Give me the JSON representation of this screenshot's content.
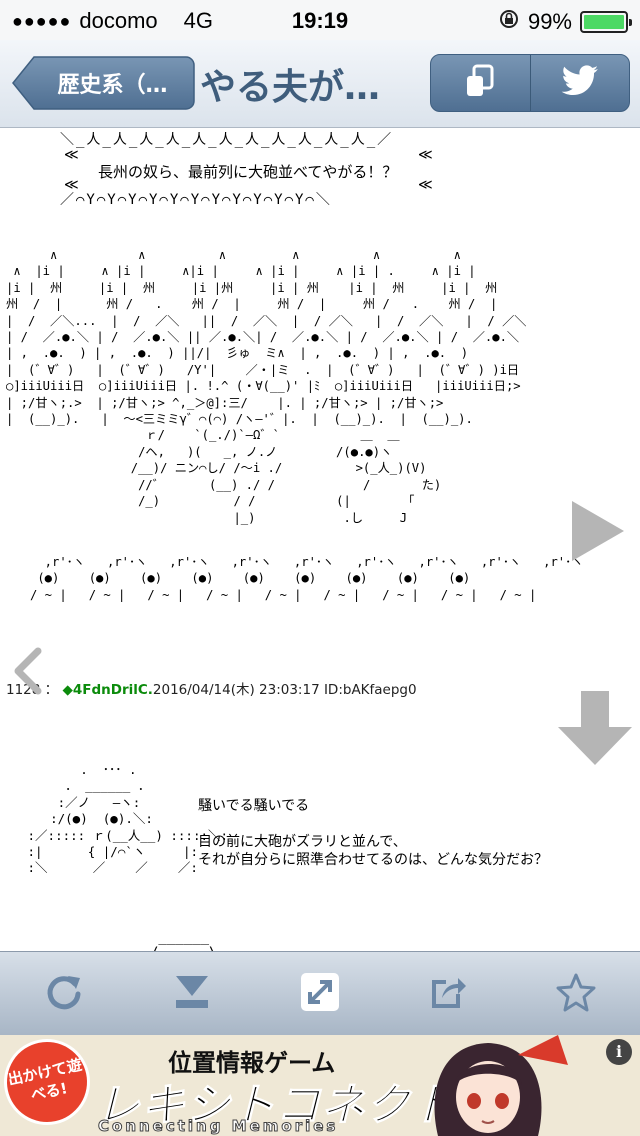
{
  "status_bar": {
    "signal_dots": "●●●●●",
    "carrier": "docomo",
    "network": "4G",
    "time": "19:19",
    "battery_percent": "99%",
    "battery_level": 0.99
  },
  "nav": {
    "back_label": "歴史系（…",
    "title": "やる夫が…"
  },
  "content": {
    "banner_text": "長州の奴ら、最前列に大砲並べてやがる！？",
    "banner_top": "＼_人_人_人_人_人_人_人_人_人_人_人_／",
    "banner_bottom": "／⌒Y⌒Y⌒Y⌒Y⌒Y⌒Y⌒Y⌒Y⌒Y⌒Y⌒Y⌒＼",
    "banner_left_1": "≪",
    "banner_right_1": "≪",
    "banner_left_2": "≪",
    "banner_right_2": "≪",
    "aa_main": "      ∧           ∧          ∧         ∧          ∧          ∧\n ∧  |i |     ∧ |i |     ∧|i |     ∧ |i |     ∧ |i | .     ∧ |i |\n|i |  州     |i |  州     |i |州     |i | 州    |i |  州     |i |  州\n州  /  |      州 /   .    州 /  |     州 /  |     州 /   .    州 /  |\n|  /  ／＼...  |  /  ／＼   ||  /  ／＼  |  / ／＼   |  /  ／＼   |  / ／＼\n| /  ／.●.＼ | /  ／.●.＼ || ／.●.＼| /  ／.●.＼ | /  ／.●.＼ | /  ／.●.＼\n| ,  .●.  ) | ,  .●.  ) ||/|  彡ゅ  ミ∧  | ,  .●.  ) | ,  .●.  )\n|  (゛∀゛)   |  (゛∀゛)   /Y'|    ／・|ミ  .  |  (゛∀゛)   |  (゛∀゛) )i日\n○]iiiUiii日  ○]iiiUiii日 |. !.^ (・∀(__)' |ﾐ  ○]iiiUiii日   |iiiUiii日;>\n| ;/甘ヽ;.>  | ;/甘ヽ;> ^,_＞@]:三/    |. | ;/甘ヽ;> | ;/甘ヽ;>\n|  (__)_).   |  ～<三ミミγ゛⌒(⌒) /ヽ―'゛|.  |  (__)_).  |  (__)_).\n                   ｒ/    `(_./)`―Ω゛`           ＿  ＿\n                  /ヘ,   )(   _, ノ.ノ        /(●.●)ヽ\n                 /__)/ ニン⌒し/ /～i ./          >(_人_)(V)\n                  //゛      (__) ./ /            /       た)\n                  /_)          / /           (|       「\n                               |_)            .し     J",
    "aa_row": "  ,r'･ヽ   ,r'･ヽ   ,r'･ヽ   ,r'･ヽ   ,r'･ヽ   ,r'･ヽ   ,r'･ヽ   ,r'･ヽ   ,r'･ヽ\n (●)    (●)    (●)    (●)    (●)    (●)    (●)    (●)    (●)\n/ ~ |   / ~ |   / ~ |   / ~ |   / ~ |   / ~ |   / ~ |   / ~ |   / ~ |",
    "post": {
      "number": "1128",
      "separator": "：",
      "trip": "4FdnDrilC.",
      "date": "2016/04/14(木) 23:03:17 ID:bAKfaepg0"
    },
    "aa_face": "        .  ･･･ .\n      ． ______ ．\n     :／ノ   ―ヽ:\n    :/(●)  (●).＼:\n :／::::: ｒ(__人__) :::::＼:\n :|      { |/⌒`ヽ     |:\n :＼      ／    ／    ／:",
    "line_1": "騒いでる騒いでる",
    "line_2": "目の前に大砲がズラリと並んで、",
    "line_3": "それが自分らに照準合わせてるのは、どんな気分だお？",
    "aa_bottom": " ______\n/      \\"
  },
  "toolbar": {
    "items": [
      "reload-icon",
      "download-icon",
      "expand-icon",
      "share-icon",
      "star-icon"
    ]
  },
  "ad": {
    "badge": "出かけて遊べる!",
    "subtitle": "位置情報ゲーム",
    "title": "レキシトコネクト",
    "english": "Connecting Memories",
    "info": "i",
    "colors": {
      "badge": "#e8412c",
      "background": "#efe8d6"
    }
  },
  "colors": {
    "nav_title": "#3f5d7c",
    "trip_name": "#0b8b0b",
    "arrow_gray": "#b5b5b5",
    "toolbar_icon": "#6b87a6"
  }
}
